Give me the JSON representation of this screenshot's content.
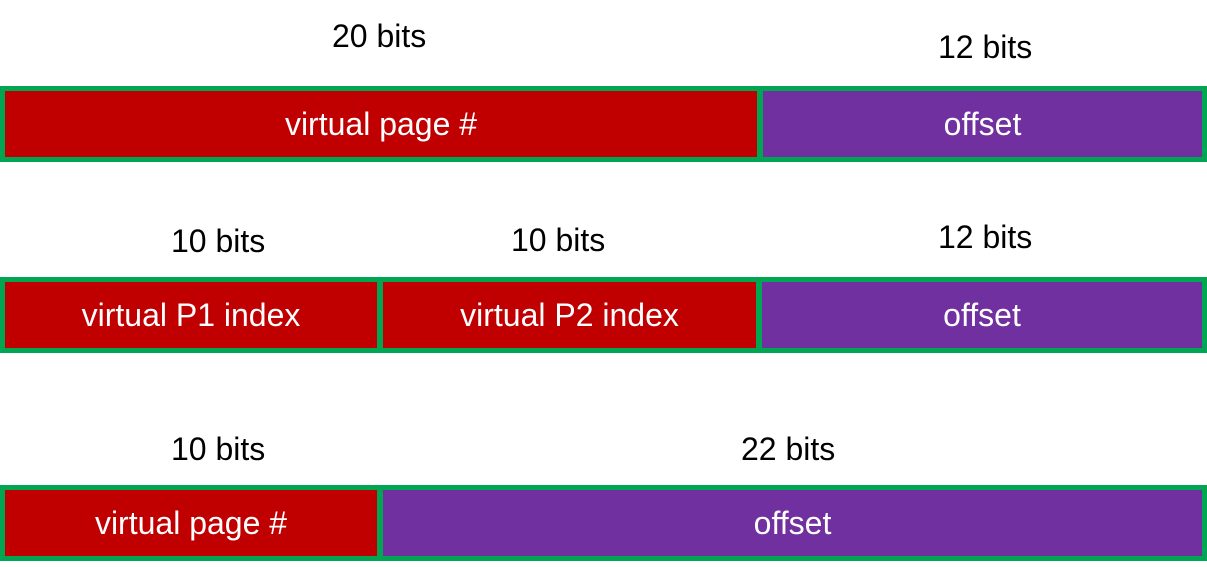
{
  "colors": {
    "page_number_fill": "#c00000",
    "offset_fill": "#7030a0",
    "border": "#00a651",
    "text_on_fill": "#ffffff",
    "bit_label_text": "#000000"
  },
  "rows": [
    {
      "bit_labels": [
        "20 bits",
        "12 bits"
      ],
      "fields": [
        "virtual page #",
        "offset"
      ]
    },
    {
      "bit_labels": [
        "10 bits",
        "10 bits",
        "12 bits"
      ],
      "fields": [
        "virtual P1 index",
        "virtual P2 index",
        "offset"
      ]
    },
    {
      "bit_labels": [
        "10 bits",
        "22 bits"
      ],
      "fields": [
        "virtual page #",
        "offset"
      ]
    }
  ]
}
